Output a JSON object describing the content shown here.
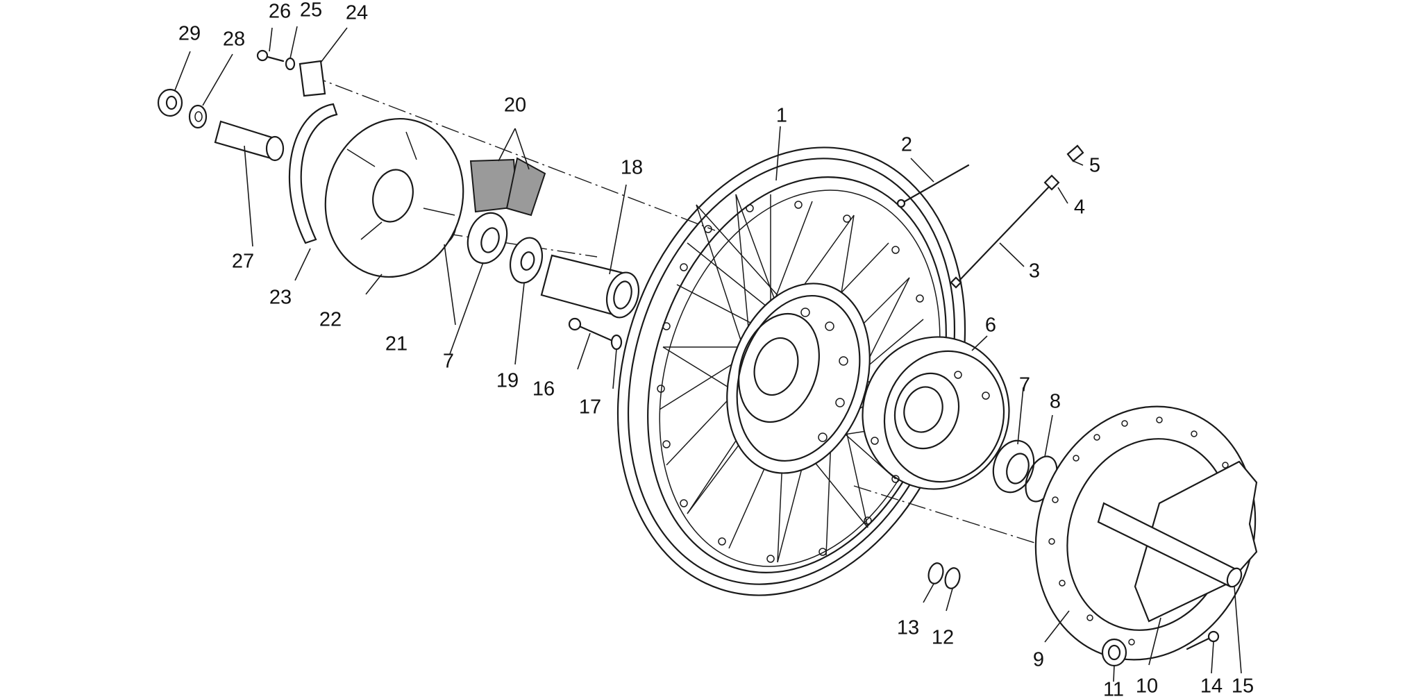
{
  "diagram": {
    "labels": {
      "l1": "1",
      "l2": "2",
      "l3": "3",
      "l4": "4",
      "l5": "5",
      "l6": "6",
      "l7a": "7",
      "l7b": "7",
      "l8": "8",
      "l9": "9",
      "l10": "10",
      "l11": "11",
      "l12": "12",
      "l13": "13",
      "l14": "14",
      "l15": "15",
      "l16": "16",
      "l17": "17",
      "l18": "18",
      "l19": "19",
      "l20": "20",
      "l21": "21",
      "l22": "22",
      "l23": "23",
      "l24": "24",
      "l25": "25",
      "l26": "26",
      "l27": "27",
      "l28": "28",
      "l29": "29"
    }
  }
}
